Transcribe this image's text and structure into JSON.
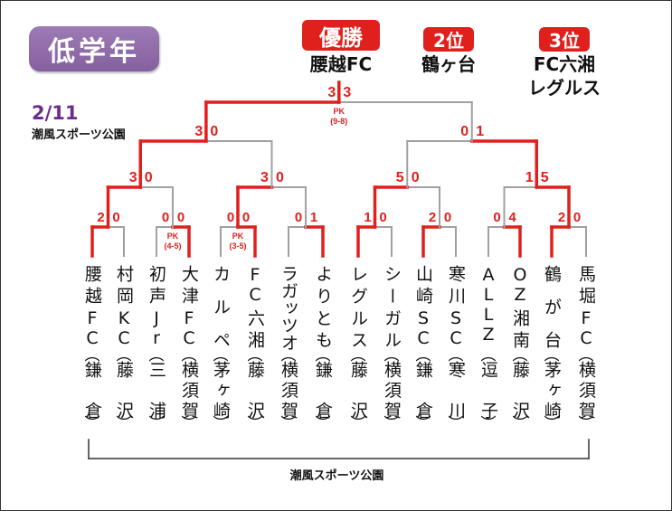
{
  "division": "低学年",
  "date": "2/11",
  "venue": "潮風スポーツ公園",
  "results": {
    "champion": {
      "label": "優勝",
      "team": "腰越FC"
    },
    "second": {
      "label": "2位",
      "team": "鶴ヶ台"
    },
    "third": {
      "label": "3位",
      "team_line1": "FC六湘",
      "team_line2": "レグルス"
    }
  },
  "colors": {
    "win": "#e0201c",
    "lose": "#a0a0a0",
    "badge": "#8e6aa6",
    "date": "#6a2d8f"
  },
  "teams": [
    {
      "name": "腰越FC",
      "area": "鎌倉"
    },
    {
      "name": "村岡KC",
      "area": "藤沢"
    },
    {
      "name": "初声Jr",
      "area": "三浦"
    },
    {
      "name": "大津FC",
      "area": "横須賀"
    },
    {
      "name": "カルペ",
      "area": "茅ヶ崎"
    },
    {
      "name": "FC六湘",
      "area": "藤沢"
    },
    {
      "name": "ラガッツオ",
      "area": "横須賀"
    },
    {
      "name": "よりとも",
      "area": "鎌倉"
    },
    {
      "name": "レグルス",
      "area": "藤沢"
    },
    {
      "name": "シーガル",
      "area": "横須賀"
    },
    {
      "name": "山崎SC",
      "area": "鎌倉"
    },
    {
      "name": "寒川SC",
      "area": "寒川"
    },
    {
      "name": "ALLZ",
      "area": "逗子"
    },
    {
      "name": "OZ湘南",
      "area": "藤沢"
    },
    {
      "name": "鶴が台",
      "area": "茅ヶ崎"
    },
    {
      "name": "馬堀FC",
      "area": "横須賀"
    }
  ],
  "rounds": [
    [
      {
        "scores": [
          "2",
          "0"
        ],
        "winner": 0
      },
      {
        "scores": [
          "0",
          "0"
        ],
        "winner": 1,
        "pk": "PK",
        "pk_score": "(4-5)"
      },
      {
        "scores": [
          "0",
          "0"
        ],
        "winner": 1,
        "pk": "PK",
        "pk_score": "(3-5)"
      },
      {
        "scores": [
          "0",
          "1"
        ],
        "winner": 1
      },
      {
        "scores": [
          "1",
          "0"
        ],
        "winner": 0
      },
      {
        "scores": [
          "2",
          "0"
        ],
        "winner": 0
      },
      {
        "scores": [
          "0",
          "4"
        ],
        "winner": 1
      },
      {
        "scores": [
          "2",
          "0"
        ],
        "winner": 0
      }
    ],
    [
      {
        "scores": [
          "3",
          "0"
        ],
        "winner": 0
      },
      {
        "scores": [
          "3",
          "0"
        ],
        "winner": 0
      },
      {
        "scores": [
          "5",
          "0"
        ],
        "winner": 0
      },
      {
        "scores": [
          "1",
          "5"
        ],
        "winner": 1
      }
    ],
    [
      {
        "scores": [
          "3",
          "0"
        ],
        "winner": 0
      },
      {
        "scores": [
          "0",
          "1"
        ],
        "winner": 1
      }
    ],
    [
      {
        "scores": [
          "3",
          "3"
        ],
        "winner": 0,
        "pk": "PK",
        "pk_score": "(9-8)"
      }
    ]
  ]
}
